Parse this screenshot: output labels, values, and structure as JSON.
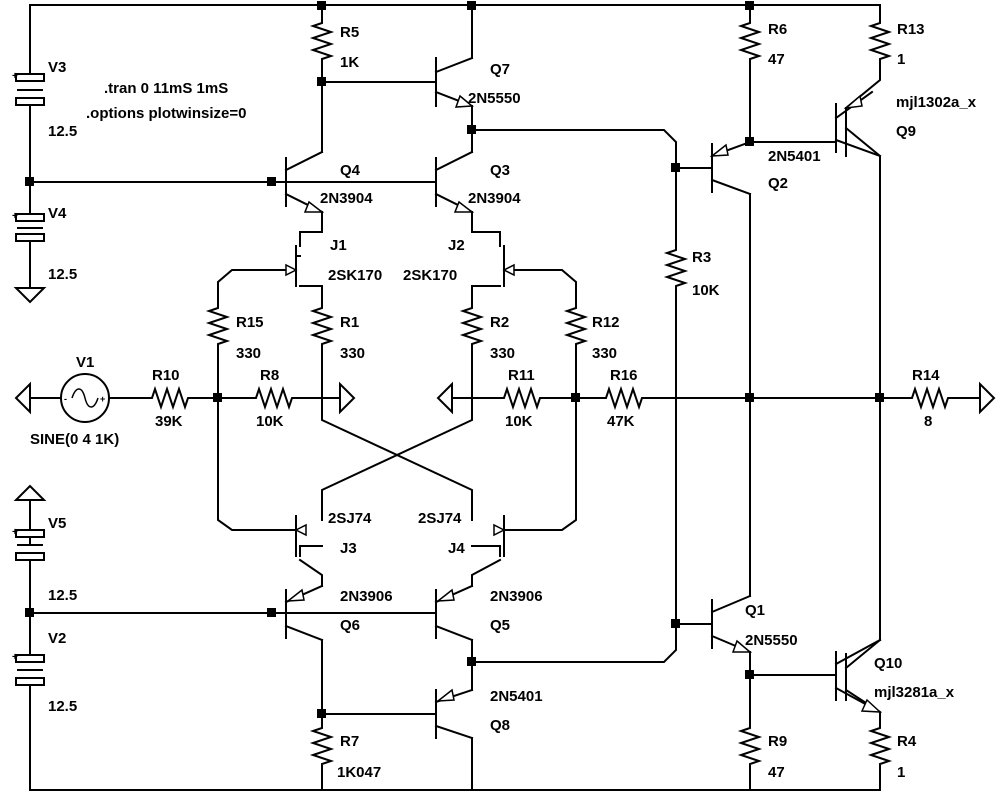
{
  "directives": [
    ".tran 0 11mS 1mS",
    ".options plotwinsize=0"
  ],
  "sources": [
    {
      "ref": "V3",
      "value": "12.5"
    },
    {
      "ref": "V4",
      "value": "12.5"
    },
    {
      "ref": "V5",
      "value": "12.5"
    },
    {
      "ref": "V2",
      "value": "12.5"
    },
    {
      "ref": "V1",
      "value": "SINE(0 4 1K)"
    }
  ],
  "resistors": [
    {
      "ref": "R5",
      "value": "1K"
    },
    {
      "ref": "R6",
      "value": "47"
    },
    {
      "ref": "R13",
      "value": "1"
    },
    {
      "ref": "R3",
      "value": "10K"
    },
    {
      "ref": "R15",
      "value": "330"
    },
    {
      "ref": "R1",
      "value": "330"
    },
    {
      "ref": "R2",
      "value": "330"
    },
    {
      "ref": "R12",
      "value": "330"
    },
    {
      "ref": "R10",
      "value": "39K"
    },
    {
      "ref": "R8",
      "value": "10K"
    },
    {
      "ref": "R11",
      "value": "10K"
    },
    {
      "ref": "R16",
      "value": "47K"
    },
    {
      "ref": "R14",
      "value": "8"
    },
    {
      "ref": "R7",
      "value": "1K047"
    },
    {
      "ref": "R9",
      "value": "47"
    },
    {
      "ref": "R4",
      "value": "1"
    }
  ],
  "transistors": [
    {
      "ref": "Q7",
      "model": "2N5550"
    },
    {
      "ref": "Q4",
      "model": "2N3904"
    },
    {
      "ref": "Q3",
      "model": "2N3904"
    },
    {
      "ref": "Q2",
      "model": "2N5401"
    },
    {
      "ref": "Q9",
      "model": "mjl1302a_x"
    },
    {
      "ref": "J1",
      "model": "2SK170"
    },
    {
      "ref": "J2",
      "model": "2SK170"
    },
    {
      "ref": "J3",
      "model": "2SJ74"
    },
    {
      "ref": "J4",
      "model": "2SJ74"
    },
    {
      "ref": "Q6",
      "model": "2N3906"
    },
    {
      "ref": "Q5",
      "model": "2N3906"
    },
    {
      "ref": "Q1",
      "model": "2N5550"
    },
    {
      "ref": "Q10",
      "model": "mjl3281a_x"
    },
    {
      "ref": "Q8",
      "model": "2N5401"
    }
  ]
}
